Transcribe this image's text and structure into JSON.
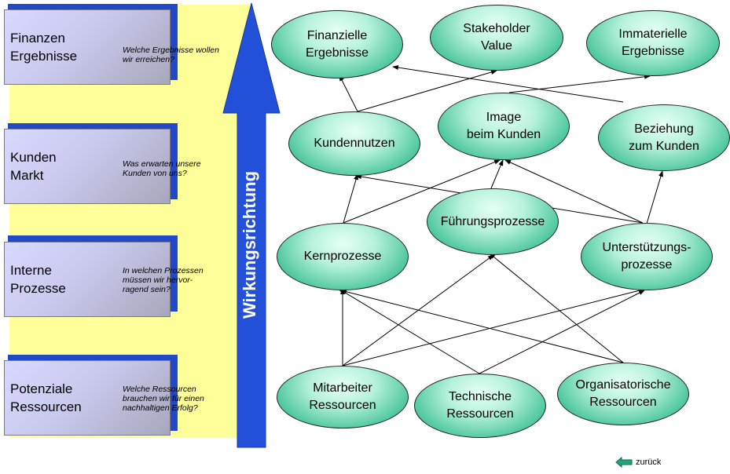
{
  "perspectives": [
    {
      "title": "Finanzen\nErgebnisse",
      "question": "Welche Ergebnisse wollen\nwir erreichen?"
    },
    {
      "title": "Kunden\nMarkt",
      "question": "Was erwarten unsere\nKunden von uns?"
    },
    {
      "title": "Interne\nProzesse",
      "question": "In welchen Prozessen\nmüssen wir hervor-\nragend sein?"
    },
    {
      "title": "Potenziale\nRessourcen",
      "question": "Welche Ressourcen\nbrauchen wir für einen\nnachhaltigen Erfolg?"
    }
  ],
  "arrow_label": "Wirkungsrichtung",
  "nodes": {
    "finanzielle_ergebnisse": "Finanzielle\nErgebnisse",
    "stakeholder_value": "Stakeholder\nValue",
    "immaterielle_ergebnisse": "Immaterielle\nErgebnisse",
    "kundennutzen": "Kundennutzen",
    "image": "Image\nbeim Kunden",
    "beziehung": "Beziehung\nzum Kunden",
    "fuehrungsprozesse": "Führungsprozesse",
    "kernprozesse": "Kernprozesse",
    "unterstuetzungsprozesse": "Unterstützungs-\nprozesse",
    "mitarbeiter": "Mitarbeiter\nRessourcen",
    "technische": "Technische\nRessourcen",
    "organisatorische": "Organisatorische\nRessourcen"
  },
  "back_link": "zurück",
  "colors": {
    "card_shadow": "#1f49c6",
    "arrow": "#2350d8",
    "band": "#ffff99",
    "node_fill": "#4ec79e",
    "back_arrow": "#22a37a"
  }
}
